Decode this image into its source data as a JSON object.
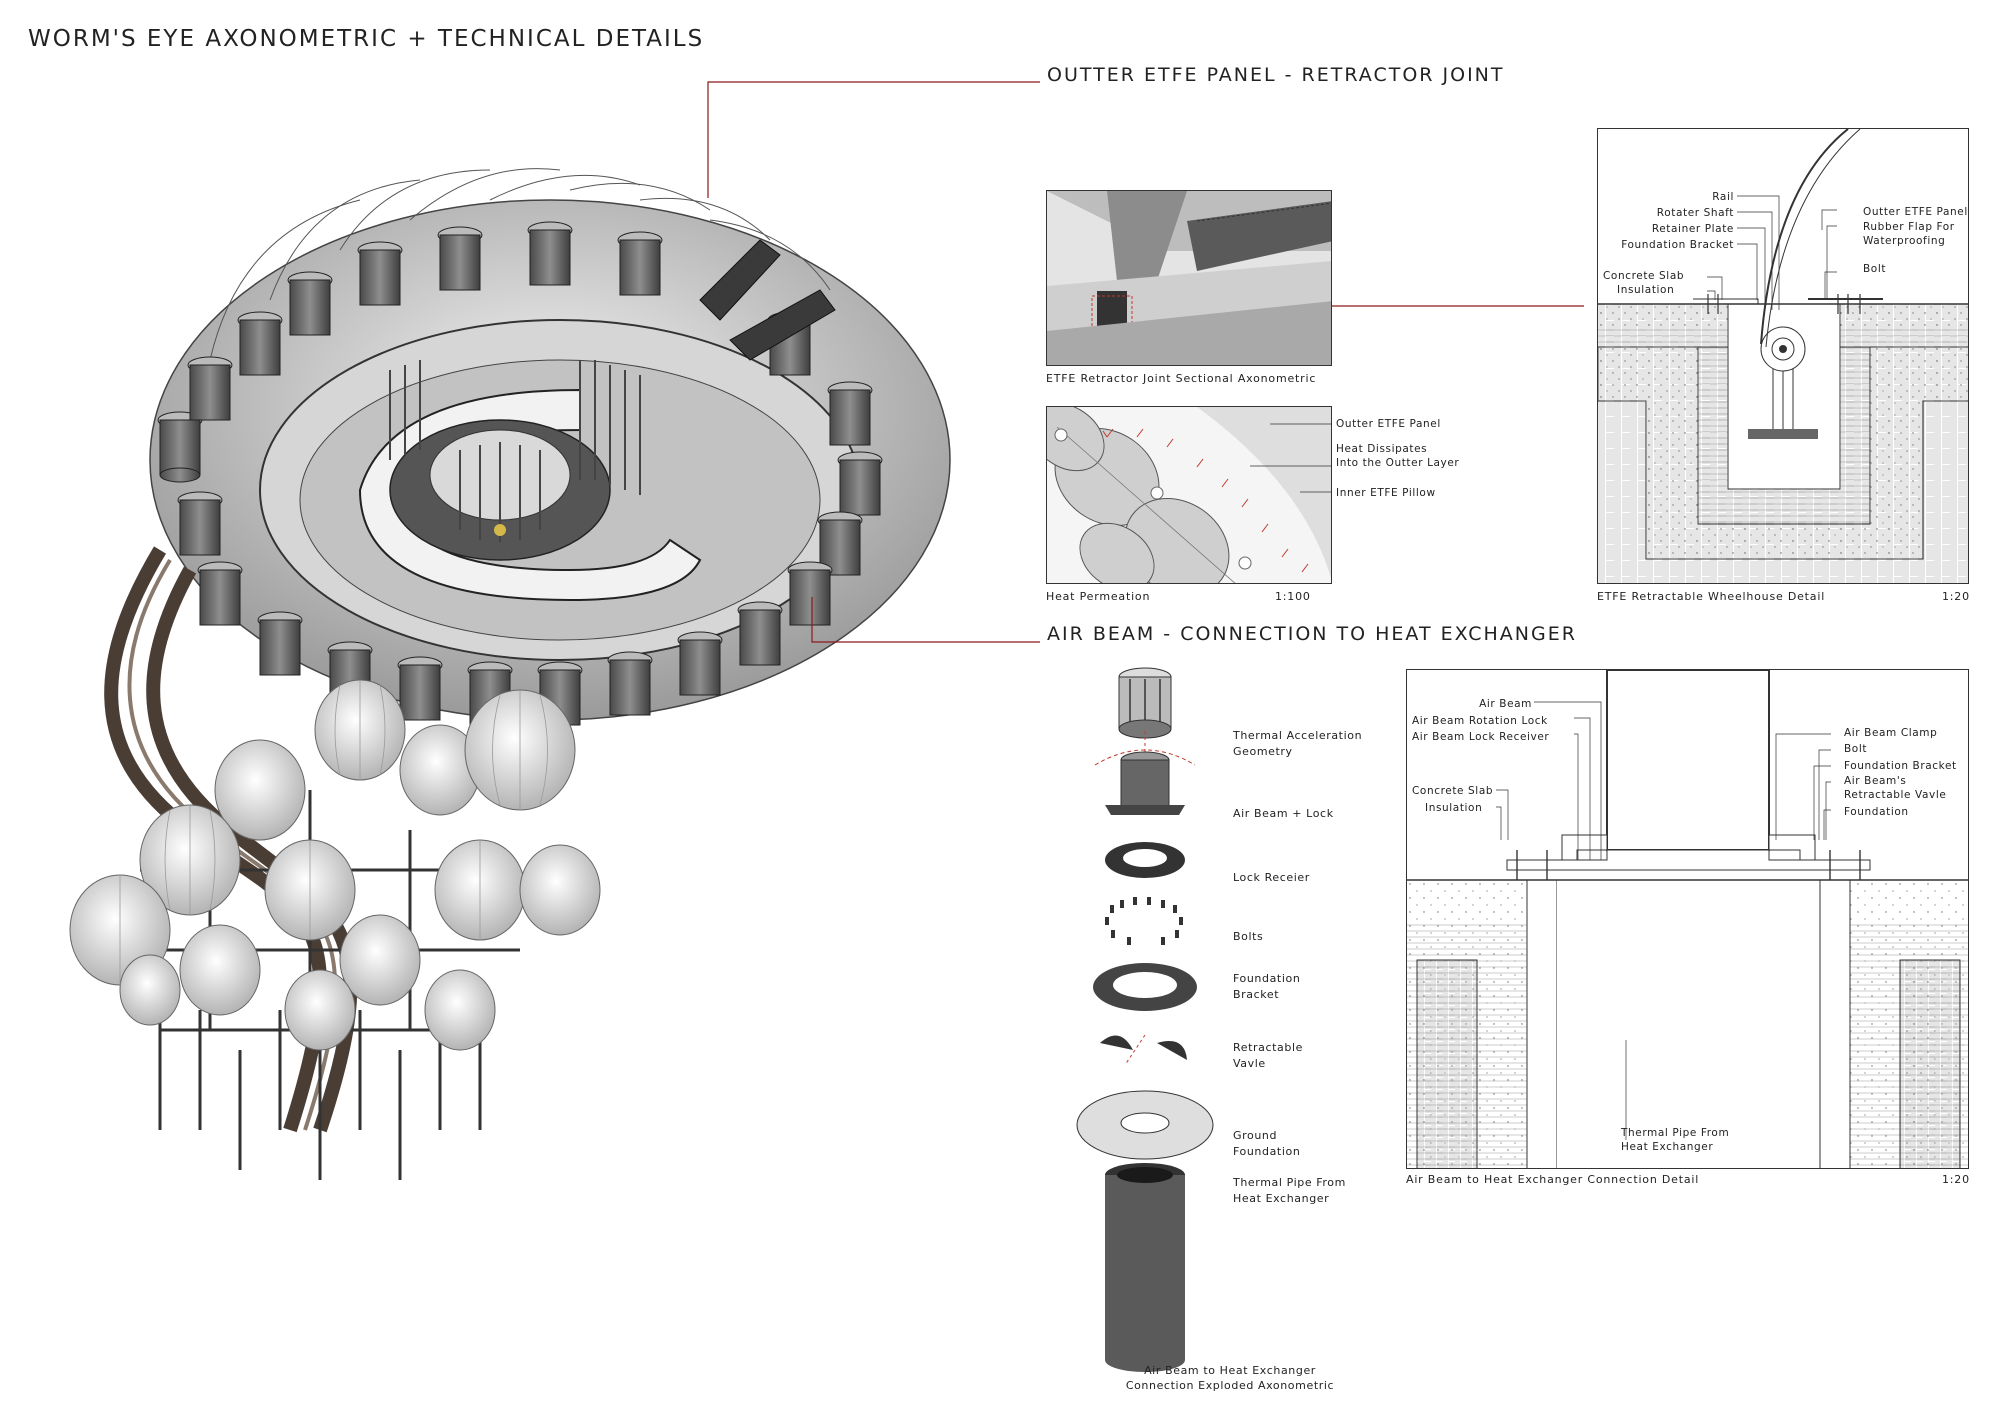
{
  "title": "WORM'S EYE AXONOMETRIC + TECHNICAL DETAILS",
  "sections": {
    "retractor": "OUTTER ETFE PANEL - RETRACTOR JOINT",
    "air_beam": "AIR BEAM - CONNECTION TO HEAT EXCHANGER"
  },
  "retractor_axo": {
    "caption": "ETFE Retractor Joint Sectional Axonometric"
  },
  "heat_permeation": {
    "caption": "Heat Permeation",
    "scale": "1:100",
    "labels": {
      "outer_panel": "Outter ETFE Panel",
      "heat_dissipates": "Heat Dissipates\nInto the Outter Layer",
      "inner_pillow": "Inner ETFE Pillow"
    }
  },
  "wheelhouse": {
    "caption": "ETFE Retractable Wheelhouse Detail",
    "scale": "1:20",
    "left_labels": {
      "rail": "Rail",
      "rotater_shaft": "Rotater Shaft",
      "retainer_plate": "Retainer Plate",
      "foundation_bracket": "Foundation Bracket",
      "concrete_slab": "Concrete Slab",
      "insulation": "Insulation"
    },
    "right_labels": {
      "outer_panel": "Outter ETFE Panel",
      "rubber_flap": "Rubber Flap For\nWaterproofing",
      "bolt": "Bolt"
    }
  },
  "exploded": {
    "caption": "Air Beam to Heat Exchanger\nConnection Exploded Axonometric",
    "labels": {
      "thermal_accel": "Thermal Acceleration\nGeometry",
      "air_beam_lock": "Air Beam + Lock",
      "lock_receiver": "Lock Receier",
      "bolts": "Bolts",
      "foundation_bracket": "Foundation\nBracket",
      "retractable_valve": "Retractable\nVavle",
      "ground_foundation": "Ground\nFoundation",
      "thermal_pipe": "Thermal Pipe From\nHeat Exchanger"
    }
  },
  "connection_detail": {
    "caption": "Air Beam to Heat Exchanger Connection Detail",
    "scale": "1:20",
    "left_labels": {
      "air_beam": "Air Beam",
      "rotation_lock": "Air Beam Rotation Lock",
      "lock_receiver": "Air Beam Lock Receiver",
      "concrete_slab": "Concrete Slab",
      "insulation": "Insulation"
    },
    "right_labels": {
      "clamp": "Air Beam Clamp",
      "bolt": "Bolt",
      "foundation_bracket": "Foundation Bracket",
      "retractable_valve": "Air Beam's\nRetractable Vavle",
      "foundation": "Foundation"
    },
    "bottom_label": "Thermal Pipe From\nHeat Exchanger"
  },
  "colors": {
    "leader": "#8b1a1a",
    "ink": "#222222",
    "arrow": "#c0392b"
  }
}
